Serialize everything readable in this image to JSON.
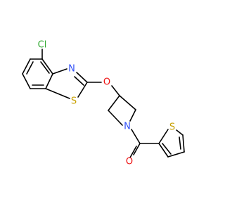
{
  "molecule": {
    "atoms": {
      "Cl": {
        "label": "Cl",
        "color": "#33aa33"
      },
      "N_thiazole": {
        "label": "N",
        "color": "#3050f8"
      },
      "S_thiazole": {
        "label": "S",
        "color": "#c8a000"
      },
      "O_ether": {
        "label": "O",
        "color": "#ee1010"
      },
      "N_azetidine": {
        "label": "N",
        "color": "#3050f8"
      },
      "O_carbonyl": {
        "label": "O",
        "color": "#ee1010"
      },
      "S_thiophene": {
        "label": "S",
        "color": "#c8a000"
      }
    },
    "bond_color": "#000000"
  }
}
